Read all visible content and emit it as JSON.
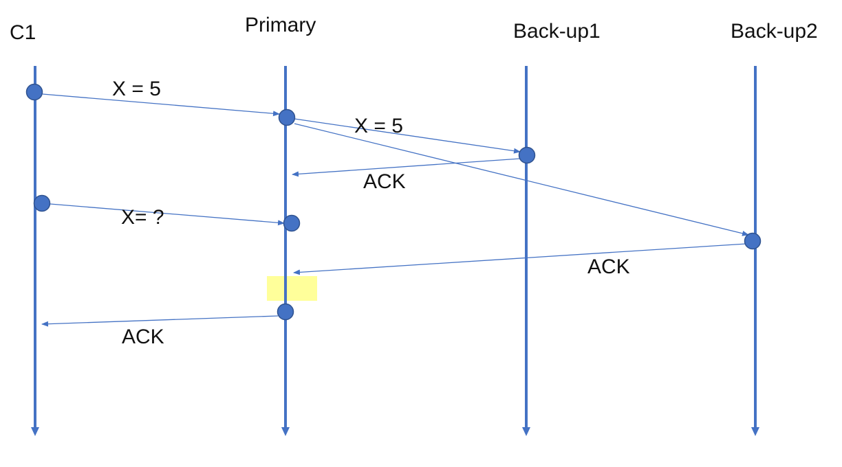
{
  "colors": {
    "timeline": "#4472C4",
    "event_fill": "#4472C4",
    "event_stroke": "#2F528F",
    "message": "#4472C4",
    "highlight": "#FFFF88",
    "text": "#111111"
  },
  "processes": [
    {
      "id": "c1",
      "label": "C1"
    },
    {
      "id": "primary",
      "label": "Primary"
    },
    {
      "id": "backup1",
      "label": "Back-up1"
    },
    {
      "id": "backup2",
      "label": "Back-up2"
    }
  ],
  "messages": [
    {
      "id": "write-c1-primary",
      "label": "X = 5"
    },
    {
      "id": "write-primary-backup1",
      "label": "X = 5"
    },
    {
      "id": "write-primary-backup2",
      "label": ""
    },
    {
      "id": "ack-backup1-primary",
      "label": "ACK"
    },
    {
      "id": "read-c1-primary",
      "label": "X= ?"
    },
    {
      "id": "ack-backup2-primary",
      "label": "ACK"
    },
    {
      "id": "ack-primary-c1",
      "label": "ACK"
    }
  ]
}
